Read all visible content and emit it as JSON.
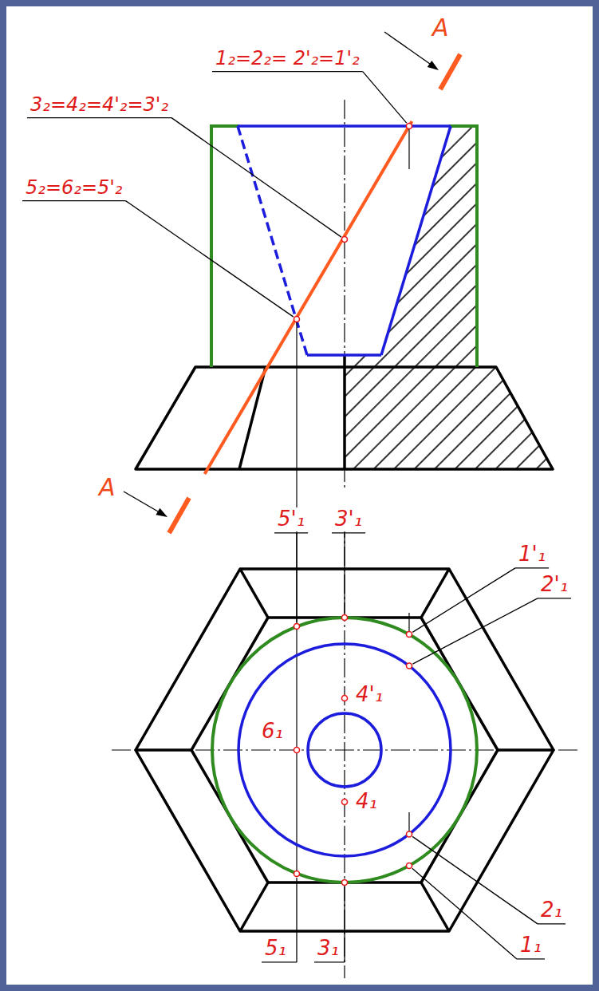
{
  "diagram": {
    "labels": [
      "A",
      "1₂=2₂= 2'₂=1'₂",
      "3₂=4₂=4'₂=3'₂",
      "5₂=6₂=5'₂",
      "A",
      "5'₁",
      "3'₁",
      "1'₁",
      "2'₁",
      "4'₁",
      "6₁",
      "4₁",
      "2₁",
      "1₁",
      "5₁",
      "3₁"
    ]
  }
}
